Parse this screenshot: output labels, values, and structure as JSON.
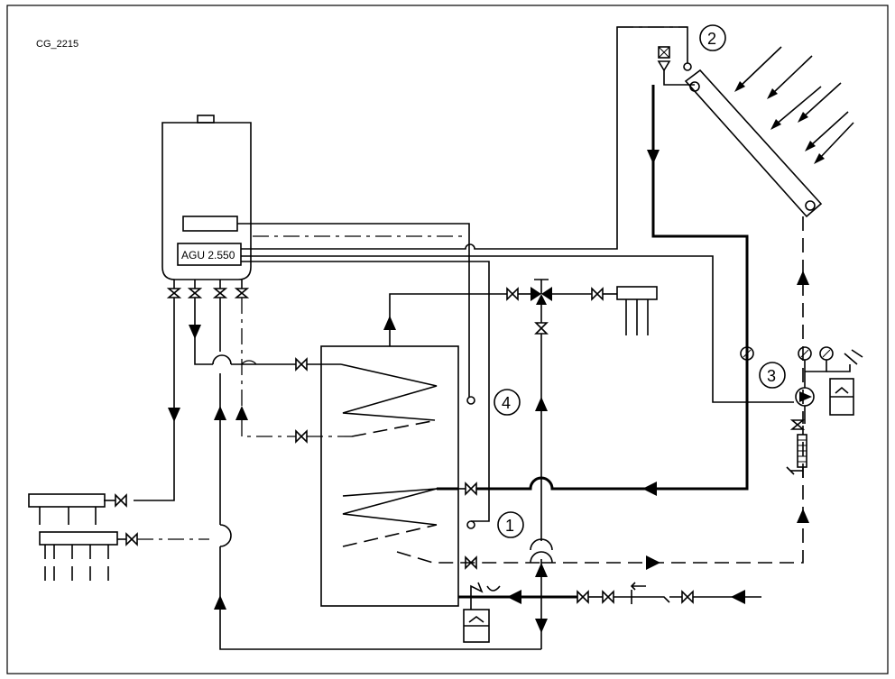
{
  "diagram": {
    "figure_id": "CG_2215",
    "controller_label": "AGU 2.550",
    "callouts": [
      "1",
      "2",
      "3",
      "4"
    ]
  },
  "colors": {
    "line": "#000000",
    "background": "#ffffff"
  }
}
